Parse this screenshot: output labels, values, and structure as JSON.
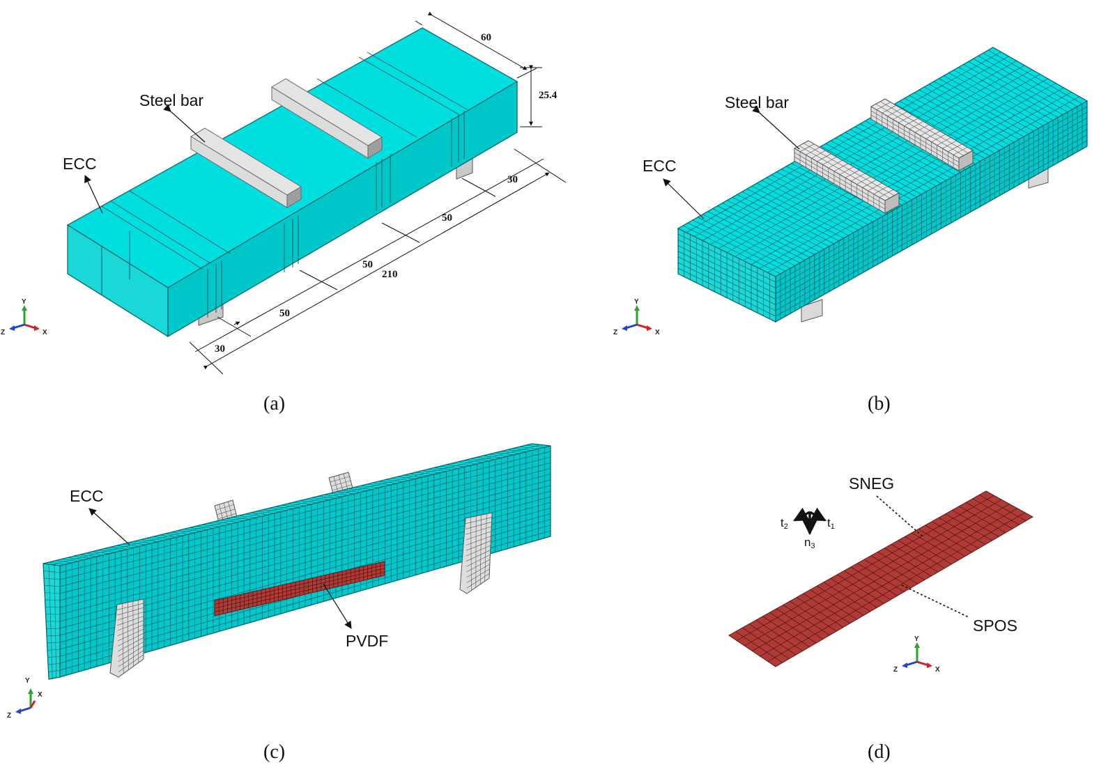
{
  "colors": {
    "ecc_top": "#00dfe0",
    "ecc_front": "#00c7c9",
    "ecc_end": "#1bd8d8",
    "steel_top": "#e2e2e2",
    "steel_side": "#a9a9a9",
    "pvdf": "#b03a36",
    "mesh_line": "#085f66"
  },
  "panel_a": {
    "caption": "(a)",
    "label_steel": "Steel bar",
    "label_ecc": "ECC",
    "dims": {
      "width": "60",
      "height": "25.4",
      "span": "210",
      "seg1": "30",
      "seg2": "50",
      "seg3": "50",
      "seg4": "50",
      "seg5": "30"
    }
  },
  "panel_b": {
    "caption": "(b)",
    "label_steel": "Steel bar",
    "label_ecc": "ECC"
  },
  "panel_c": {
    "caption": "(c)",
    "label_ecc": "ECC",
    "label_pvdf": "PVDF"
  },
  "panel_d": {
    "caption": "(d)",
    "label_sneg": "SNEG",
    "label_spos": "SPOS",
    "t1": "t",
    "t1_sub": "1",
    "t2": "t",
    "t2_sub": "2",
    "n3": "n",
    "n3_sub": "3"
  },
  "triad": {
    "x": "X",
    "y": "Y",
    "z": "Z"
  }
}
